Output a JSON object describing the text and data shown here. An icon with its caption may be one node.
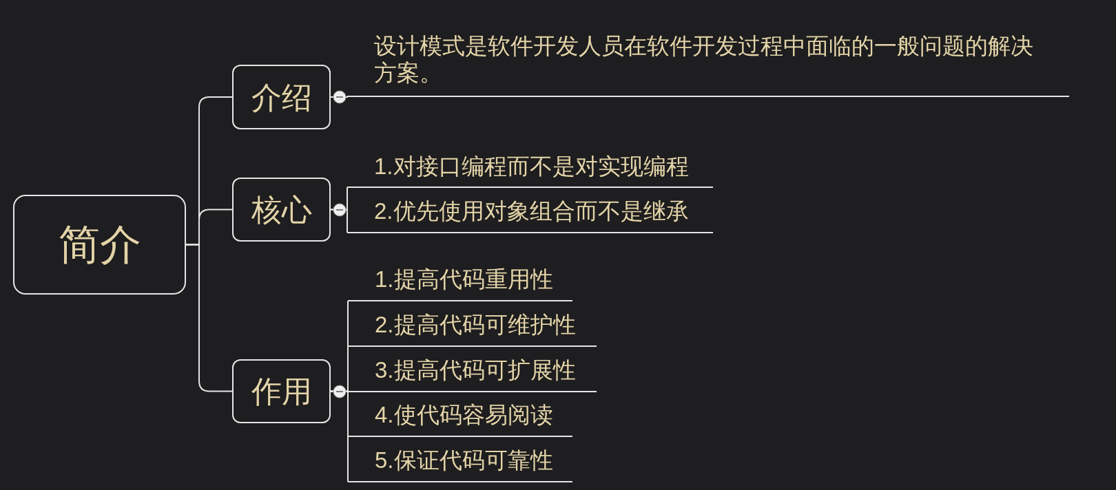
{
  "diagram": {
    "nodes": [
      {
        "text": [
          "简介"
        ]
      },
      {
        "text": [
          "介绍"
        ]
      },
      {
        "text": [
          "核心"
        ]
      },
      {
        "text": [
          "作用"
        ]
      },
      {
        "text": [
          "设计模式是软件开发人员在软件开发过程中面临的一般问题的解决方案。"
        ]
      },
      {
        "text": [
          "1.对接口编程而不是对实现编程"
        ]
      },
      {
        "text": [
          "2.优先使用对象组合而不是继承"
        ]
      },
      {
        "text": [
          "1.提高代码重用性"
        ]
      },
      {
        "text": [
          "2.提高代码可维护性"
        ]
      },
      {
        "text": [
          "3.提高代码可扩展性"
        ]
      },
      {
        "text": [
          "4.使代码容易阅读"
        ]
      },
      {
        "text": [
          "5.保证代码可靠性"
        ]
      }
    ],
    "edges": [
      {
        "from": 0,
        "to": 1,
        "arrow": "none"
      },
      {
        "from": 0,
        "to": 2,
        "arrow": "none"
      },
      {
        "from": 0,
        "to": 3,
        "arrow": "none"
      },
      {
        "from": 1,
        "to": 4,
        "arrow": "none"
      },
      {
        "from": 2,
        "to": 5,
        "arrow": "none"
      },
      {
        "from": 2,
        "to": 6,
        "arrow": "none"
      },
      {
        "from": 3,
        "to": 7,
        "arrow": "none"
      },
      {
        "from": 3,
        "to": 8,
        "arrow": "none"
      },
      {
        "from": 3,
        "to": 9,
        "arrow": "none"
      },
      {
        "from": 3,
        "to": 10,
        "arrow": "none"
      },
      {
        "from": 3,
        "to": 11,
        "arrow": "none"
      }
    ]
  }
}
